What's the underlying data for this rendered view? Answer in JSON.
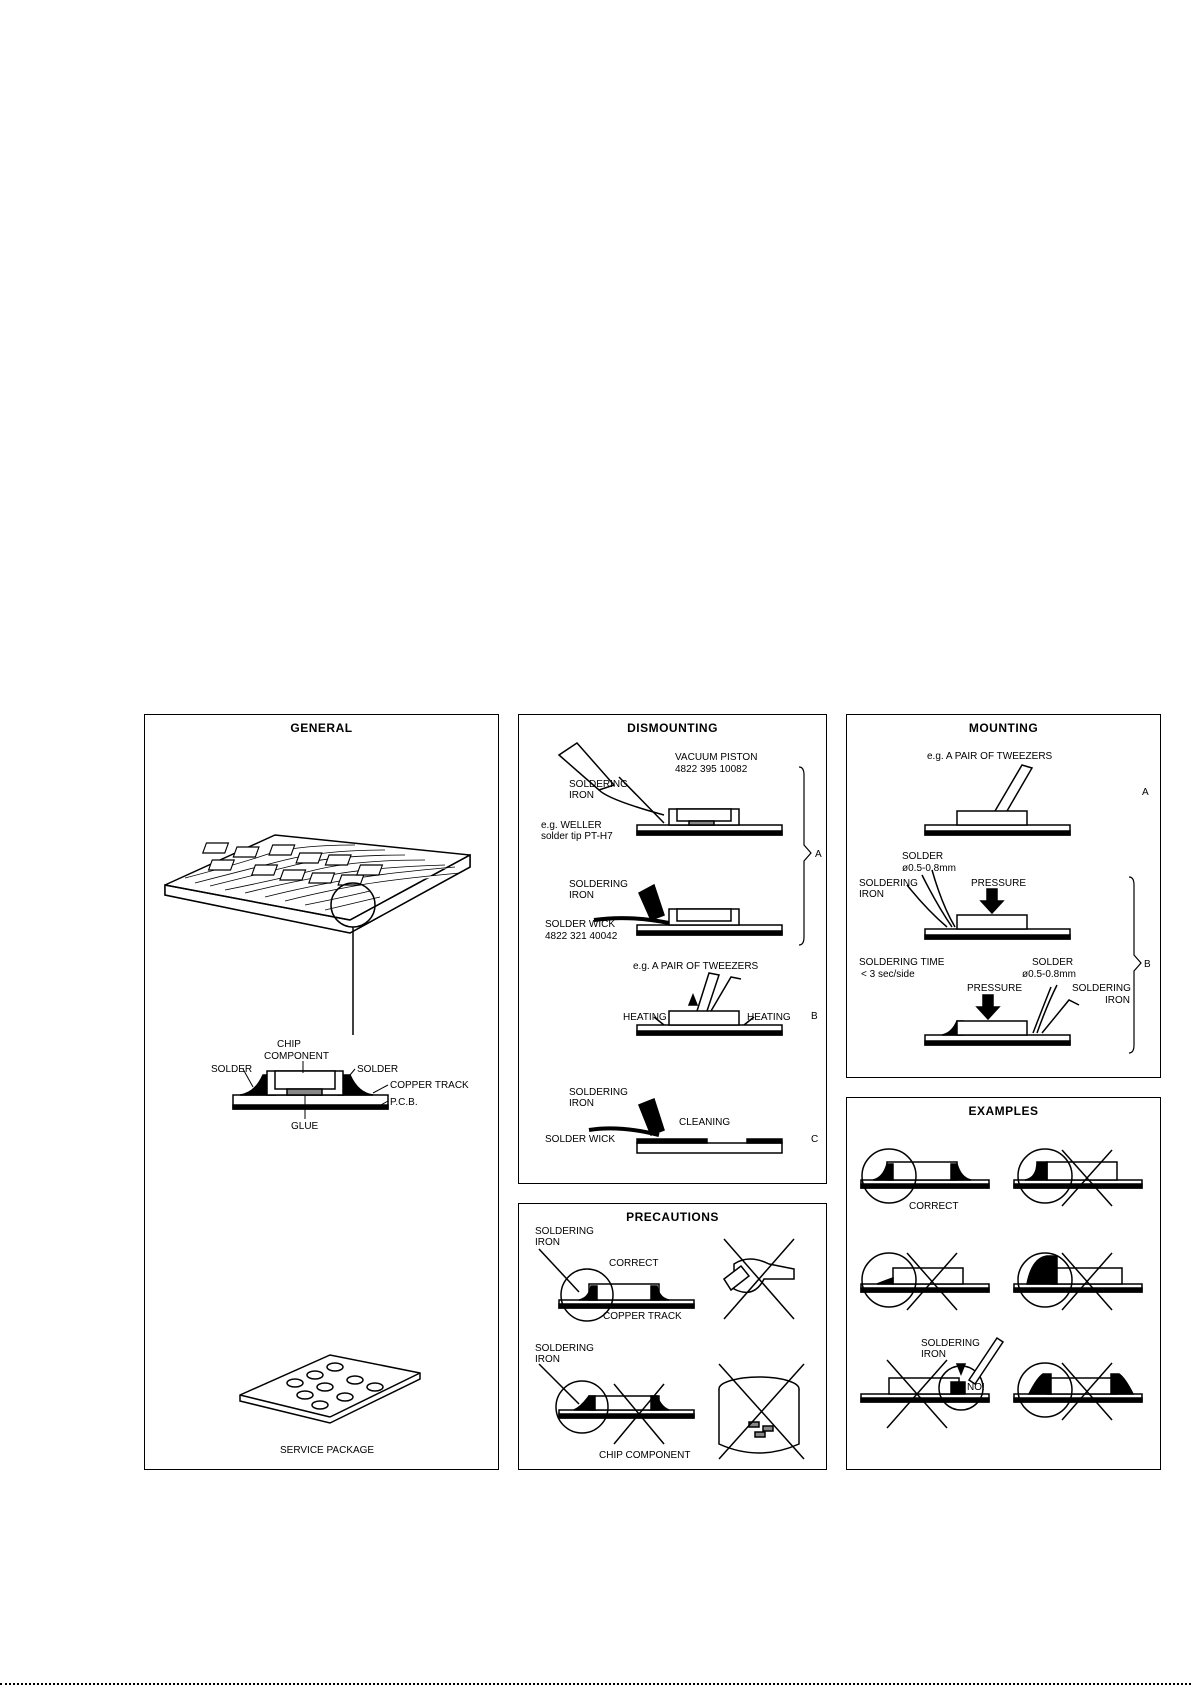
{
  "general": {
    "title": "GENERAL",
    "chip_label_1": "CHIP",
    "chip_label_2": "COMPONENT",
    "solder_left": "SOLDER",
    "solder_right": "SOLDER",
    "copper_track": "COPPER TRACK",
    "pcb": "P.C.B.",
    "glue": "GLUE",
    "service_package": "SERVICE PACKAGE"
  },
  "dismounting": {
    "title": "DISMOUNTING",
    "vacuum_piston_1": "VACUUM PISTON",
    "vacuum_piston_2": "4822 395 10082",
    "soldering_iron_a1_1": "SOLDERING",
    "soldering_iron_a1_2": "IRON",
    "weller_1": "e.g. WELLER",
    "weller_2": "solder tip PT-H7",
    "soldering_iron_a2_1": "SOLDERING",
    "soldering_iron_a2_2": "IRON",
    "solder_wick_1": "SOLDER WICK",
    "solder_wick_2": "4822 321 40042",
    "tweezers": "e.g. A PAIR OF TWEEZERS",
    "heating_left": "HEATING",
    "heating_right": "HEATING",
    "soldering_iron_c_1": "SOLDERING",
    "soldering_iron_c_2": "IRON",
    "cleaning": "CLEANING",
    "solder_wick_c": "SOLDER WICK",
    "marker_a": "A",
    "marker_b": "B",
    "marker_c": "C"
  },
  "mounting": {
    "title": "MOUNTING",
    "tweezers": "e.g. A PAIR OF TWEEZERS",
    "marker_a": "A",
    "solder_1": "SOLDER",
    "solder_2": "ø0.5-0.8mm",
    "soldering_iron_1": "SOLDERING",
    "soldering_iron_2": "IRON",
    "pressure_1": "PRESSURE",
    "soldering_time_1": "SOLDERING TIME",
    "soldering_time_2": "< 3 sec/side",
    "solder_b_1": "SOLDER",
    "solder_b_2": "ø0.5-0.8mm",
    "pressure_2": "PRESSURE",
    "soldering_iron_b_1": "SOLDERING",
    "soldering_iron_b_2": "IRON",
    "marker_b": "B"
  },
  "precautions": {
    "title": "PRECAUTIONS",
    "soldering_iron_1_1": "SOLDERING",
    "soldering_iron_1_2": "IRON",
    "correct": "CORRECT",
    "copper_track": "COPPER TRACK",
    "soldering_iron_2_1": "SOLDERING",
    "soldering_iron_2_2": "IRON",
    "chip_component": "CHIP COMPONENT"
  },
  "examples": {
    "title": "EXAMPLES",
    "correct": "CORRECT",
    "soldering_iron_1": "SOLDERING",
    "soldering_iron_2": "IRON",
    "no": "NO!"
  }
}
